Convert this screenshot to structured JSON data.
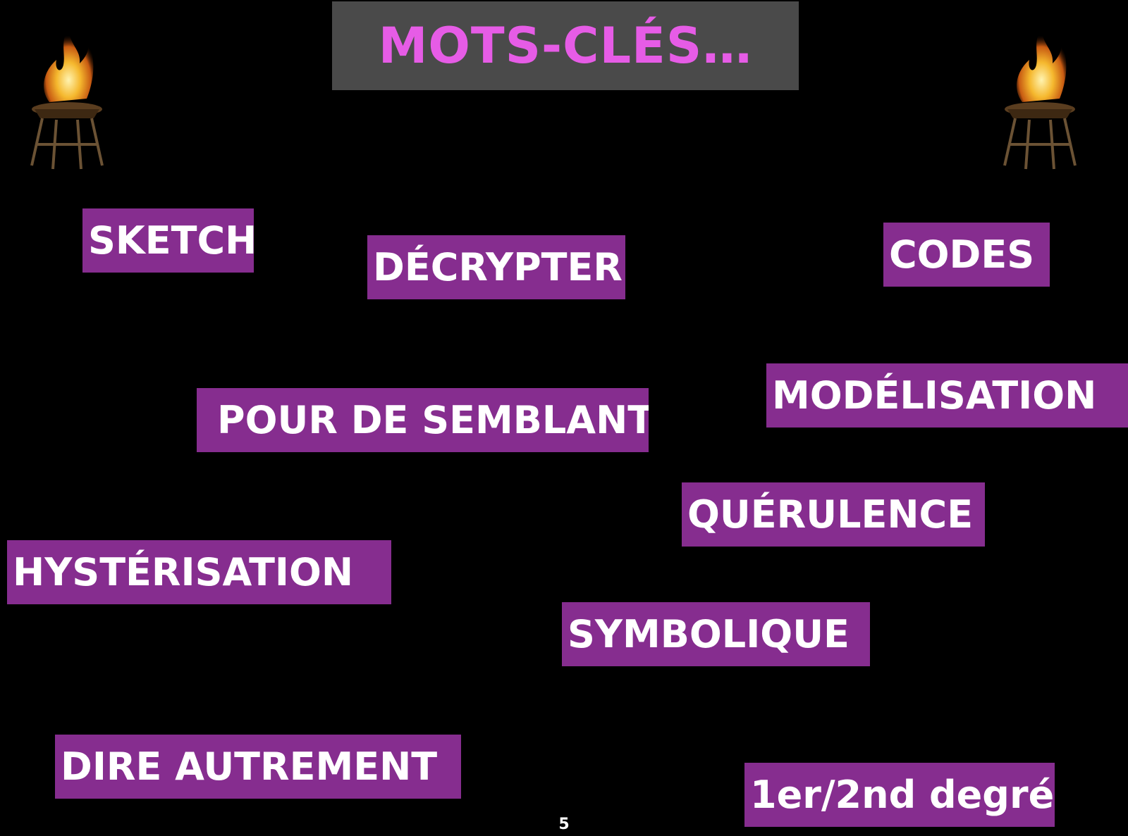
{
  "title": "MOTS-CLÉS…",
  "keywords": [
    {
      "label": "SKETCH"
    },
    {
      "label": "DÉCRYPTER"
    },
    {
      "label": "CODES"
    },
    {
      "label": "MODÉLISATION"
    },
    {
      "label": "POUR DE SEMBLANT"
    },
    {
      "label": "QUÉRULENCE"
    },
    {
      "label": "HYSTÉRISATION"
    },
    {
      "label": "SYMBOLIQUE"
    },
    {
      "label": "DIRE AUTREMENT"
    },
    {
      "label": "1er/2nd degré"
    }
  ],
  "page_number": "5",
  "colors": {
    "background": "#000000",
    "title_box": "#4a4a4a",
    "title_text": "#e65ce6",
    "keyword_box": "#862d8f",
    "keyword_text": "#ffffff"
  },
  "decorations": {
    "left": "fire-brazier-icon",
    "right": "fire-brazier-icon"
  }
}
